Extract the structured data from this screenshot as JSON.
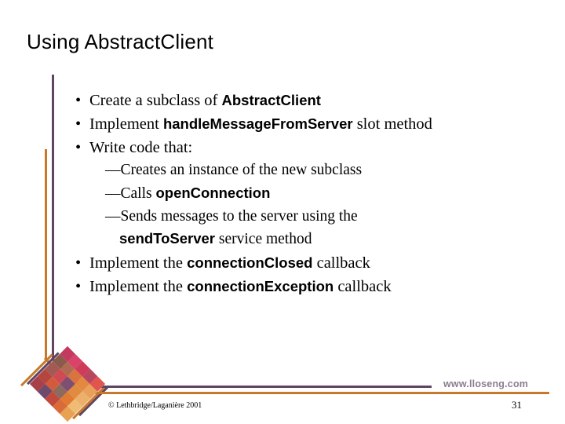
{
  "slide": {
    "title": "Using AbstractClient",
    "page_number": "31"
  },
  "bullets": [
    {
      "level": 1,
      "marker": "•",
      "segments": [
        {
          "text": "Create a subclass of ",
          "style": "normal"
        },
        {
          "text": "AbstractClient",
          "style": "code"
        }
      ]
    },
    {
      "level": 1,
      "marker": "•",
      "segments": [
        {
          "text": "Implement ",
          "style": "normal"
        },
        {
          "text": "handleMessageFromServer",
          "style": "code"
        },
        {
          "text": " slot method",
          "style": "normal"
        }
      ]
    },
    {
      "level": 1,
      "marker": "•",
      "segments": [
        {
          "text": "Write code that:",
          "style": "normal"
        }
      ]
    },
    {
      "level": 2,
      "marker": "—",
      "segments": [
        {
          "text": "Creates an instance of the new subclass",
          "style": "normal"
        }
      ]
    },
    {
      "level": 2,
      "marker": "—",
      "segments": [
        {
          "text": "Calls ",
          "style": "normal"
        },
        {
          "text": "openConnection",
          "style": "code"
        }
      ]
    },
    {
      "level": 2,
      "marker": "—",
      "segments": [
        {
          "text": "Sends messages to the server using the",
          "style": "normal"
        }
      ]
    },
    {
      "level": "2-cont",
      "marker": "",
      "segments": [
        {
          "text": "sendToServer",
          "style": "code"
        },
        {
          "text": " service method",
          "style": "normal"
        }
      ]
    },
    {
      "level": 1,
      "marker": "•",
      "segments": [
        {
          "text": "Implement the ",
          "style": "normal"
        },
        {
          "text": "connectionClosed",
          "style": "code"
        },
        {
          "text": " callback",
          "style": "normal"
        }
      ]
    },
    {
      "level": 1,
      "marker": "•",
      "segments": [
        {
          "text": "Implement the ",
          "style": "normal"
        },
        {
          "text": "connectionException",
          "style": "code"
        },
        {
          "text": " callback",
          "style": "normal"
        }
      ]
    }
  ],
  "footer": {
    "copyright": "© Lethbridge/Laganière 2001",
    "website": "www.lloseng.com"
  },
  "decor": {
    "purple": "#5f4560",
    "orange": "#c8782b",
    "website_color": "#8d7c91",
    "mosaic_tiles": [
      "#c23b5e",
      "#d8426b",
      "#cf3c5a",
      "#b8465f",
      "#e0554e",
      "#8c5a4a",
      "#b06a52",
      "#d9743f",
      "#e2893f",
      "#e8a05a",
      "#a35a55",
      "#cf4a52",
      "#7e4f72",
      "#e08b3f",
      "#edb06a",
      "#b4463f",
      "#d45a3c",
      "#8c6b5e",
      "#e07a33",
      "#f0bb74",
      "#a8404a",
      "#6e4a6b",
      "#c14a3c",
      "#d96a3a",
      "#e8a052"
    ]
  }
}
